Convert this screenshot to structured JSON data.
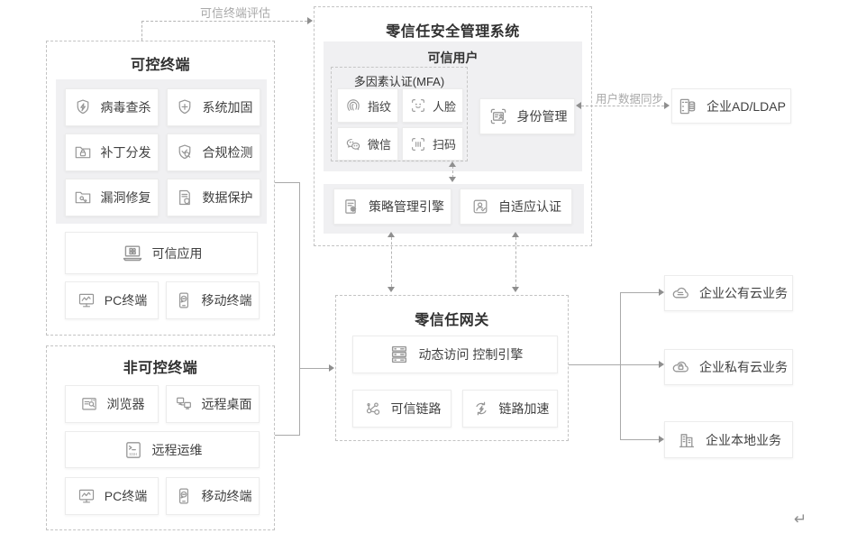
{
  "diagram": {
    "eval_label": "可信终端评估",
    "sync_label": "用户数据同步",
    "return_mark": "↵"
  },
  "controlled": {
    "title": "可控终端",
    "items": [
      {
        "label": "病毒查杀",
        "icon": "shield-lightning"
      },
      {
        "label": "系统加固",
        "icon": "shield-plus"
      },
      {
        "label": "补丁分发",
        "icon": "folder-lock"
      },
      {
        "label": "合规检测",
        "icon": "shield-check"
      },
      {
        "label": "漏洞修复",
        "icon": "folder-wrench"
      },
      {
        "label": "数据保护",
        "icon": "doc-shield"
      }
    ],
    "trusted_app": {
      "label": "可信应用",
      "icon": "laptop-apps"
    },
    "terminals": [
      {
        "label": "PC终端",
        "icon": "monitor-chart"
      },
      {
        "label": "移动终端",
        "icon": "phone-chat"
      }
    ]
  },
  "uncontrolled": {
    "title": "非可控终端",
    "row1": [
      {
        "label": "浏览器",
        "icon": "browser-search"
      },
      {
        "label": "远程桌面",
        "icon": "remote-desktop"
      }
    ],
    "wide": {
      "label": "远程运维",
      "icon": "ssh-terminal"
    },
    "row2": [
      {
        "label": "PC终端",
        "icon": "monitor-chart"
      },
      {
        "label": "移动终端",
        "icon": "phone-chat"
      }
    ]
  },
  "management": {
    "title": "零信任安全管理系统",
    "trusted_user": {
      "title": "可信用户",
      "mfa": {
        "title": "多因素认证(MFA)",
        "items": [
          {
            "label": "指纹",
            "icon": "fingerprint"
          },
          {
            "label": "人脸",
            "icon": "face-scan"
          },
          {
            "label": "微信",
            "icon": "wechat"
          },
          {
            "label": "扫码",
            "icon": "qr-scan"
          }
        ]
      },
      "identity": {
        "label": "身份管理",
        "icon": "id-card"
      }
    },
    "engines": [
      {
        "label": "策略管理引擎",
        "icon": "policy-gear"
      },
      {
        "label": "自适应认证",
        "icon": "person-check"
      }
    ]
  },
  "gateway": {
    "title": "零信任网关",
    "engine": {
      "label": "动态访问 控制引擎",
      "icon": "server-stack"
    },
    "items": [
      {
        "label": "可信链路",
        "icon": "node-link"
      },
      {
        "label": "链路加速",
        "icon": "speed-circle"
      }
    ]
  },
  "ad_ldap": {
    "label": "企业AD/LDAP",
    "icon": "db-server"
  },
  "services": [
    {
      "label": "企业公有云业务",
      "icon": "cloud-lines"
    },
    {
      "label": "企业私有云业务",
      "icon": "cloud-lock"
    },
    {
      "label": "企业本地业务",
      "icon": "buildings"
    }
  ],
  "colors": {
    "solid_line": "#a9a9a9",
    "dashed_line": "#b5b5b5",
    "arrowhead": "#8f8f8f",
    "panel_bg": "#f0f0f2",
    "card_border": "#ececec",
    "title_text": "#303030",
    "label_text": "#404040",
    "muted_text": "#a9a9a9",
    "icon_stroke": "#969696"
  }
}
